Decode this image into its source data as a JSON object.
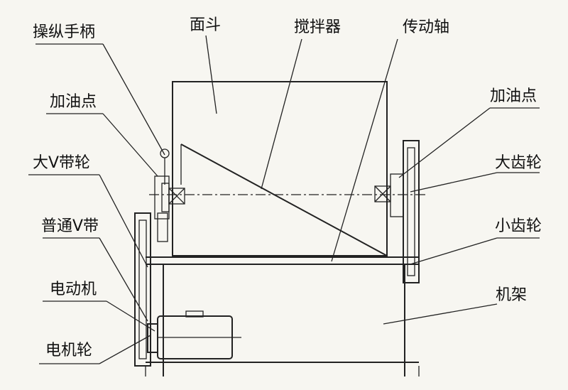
{
  "labels": {
    "handle": "操纵手柄",
    "hopper": "面斗",
    "mixer": "搅拌器",
    "shaft": "传动轴",
    "oil_left": "加油点",
    "oil_right": "加油点",
    "big_v_pulley": "大V带轮",
    "big_gear": "大齿轮",
    "v_belt": "普通V带",
    "small_gear": "小齿轮",
    "motor": "电动机",
    "frame": "机架",
    "motor_pulley": "电机轮"
  },
  "colors": {
    "line": "#222222",
    "background": "#f7f6f1"
  }
}
